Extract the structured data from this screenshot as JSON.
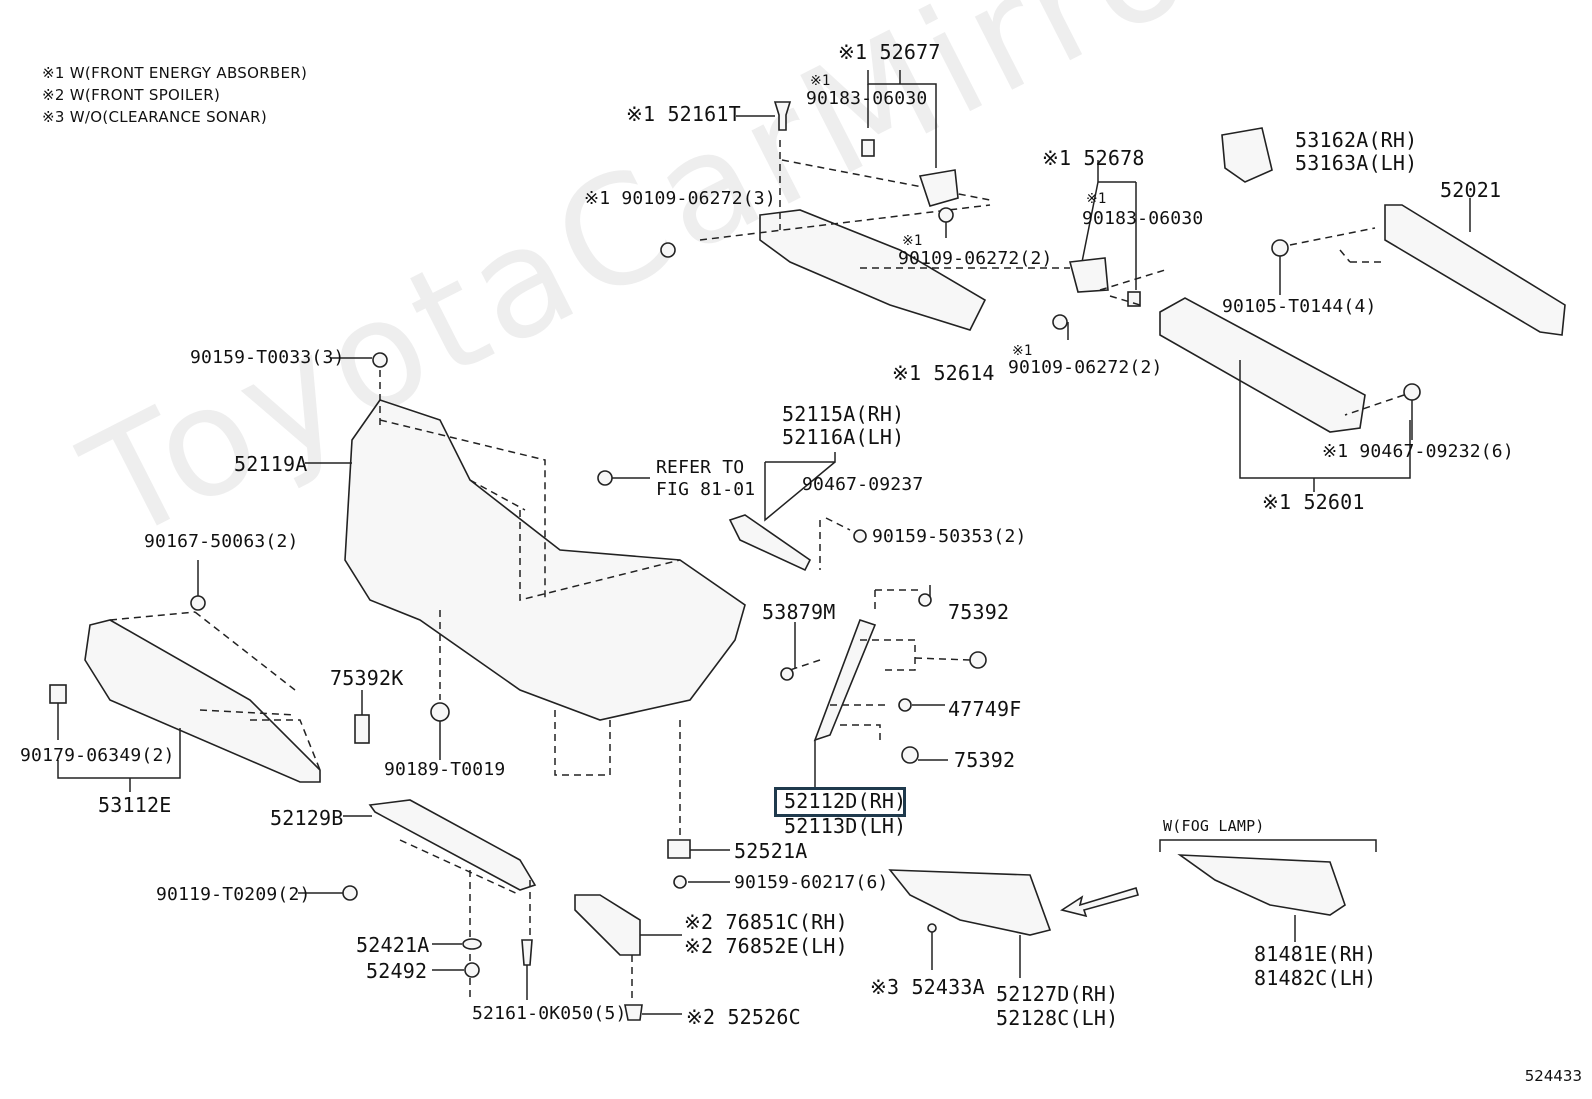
{
  "notes": [
    "※1 W(FRONT ENERGY ABSORBER)",
    "※2 W(FRONT SPOILER)",
    "※3 W/O(CLEARANCE SONAR)"
  ],
  "labels": {
    "p52677": "※1 52677",
    "p90183a_mark": "※1",
    "p90183a": "90183-06030",
    "p52161T": "※1 52161T",
    "p90109a": "※1 90109-06272(3)",
    "p90109b_mark": "※1",
    "p90109b": "90109-06272(2)",
    "p52614": "※1 52614",
    "p52678": "※1 52678",
    "p90183b_mark": "※1",
    "p90183b": "90183-06030",
    "p90109c_mark": "※1",
    "p90109c": "90109-06272(2)",
    "p53162A": "53162A(RH)",
    "p53163A": "53163A(LH)",
    "p52021": "52021",
    "p90105": "90105-T0144(4)",
    "p90467a": "※1 90467-09232(6)",
    "p52601": "※1 52601",
    "p90159a": "90159-T0033(3)",
    "p52119A": "52119A",
    "refer1": "REFER TO",
    "refer2": "FIG 81-01",
    "p52115A": "52115A(RH)",
    "p52116A": "52116A(LH)",
    "p90467b": "90467-09237",
    "p90159b": "90159-50353(2)",
    "p90167": "90167-50063(2)",
    "p53879M": "53879M",
    "p75392a": "75392",
    "p75392K": "75392K",
    "p47749F": "47749F",
    "p75392b": "75392",
    "p90179": "90179-06349(2)",
    "p90189": "90189-T0019",
    "p52112D": "52112D(RH)",
    "p52113D": "52113D(LH)",
    "p53112E": "53112E",
    "p52129B": "52129B",
    "p52521A": "52521A",
    "p90159c": "90159-60217(6)",
    "wfog": "W(FOG LAMP)",
    "p90119": "90119-T0209(2)",
    "p76851C": "※2 76851C(RH)",
    "p76852E": "※2 76852E(LH)",
    "p52421A": "52421A",
    "p52492": "52492",
    "p52161b": "52161-0K050(5)",
    "p52526C": "※2 52526C",
    "p52433A": "※3 52433A",
    "p52127D": "52127D(RH)",
    "p52128C": "52128C(LH)",
    "p81481E": "81481E(RH)",
    "p81482C": "81482C(LH)"
  },
  "highlight": "52112D(RH)",
  "watermark": "ToyotaCarMirror",
  "figure_number": "524433"
}
